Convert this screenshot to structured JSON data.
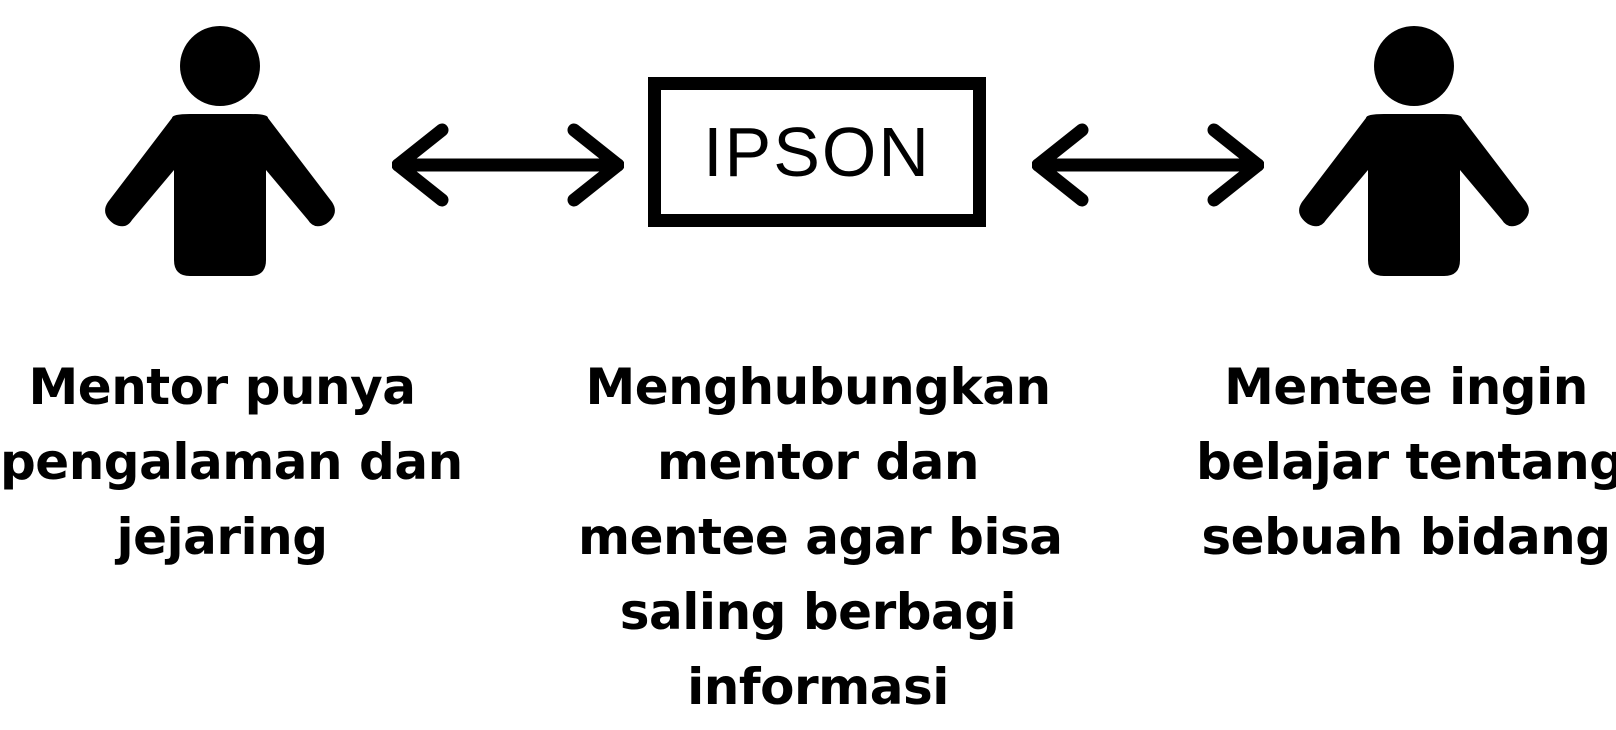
{
  "diagram": {
    "left_actor": {
      "icon": "person-icon",
      "caption_lines": [
        "Mentor punya",
        "pengalaman dan",
        "jejaring"
      ]
    },
    "center": {
      "label": "IPSON",
      "caption_lines": [
        "Menghubungkan",
        "mentor dan",
        "mentee agar bisa",
        "saling berbagi",
        "informasi"
      ]
    },
    "right_actor": {
      "icon": "person-icon",
      "caption_lines": [
        "Mentee ingin",
        "belajar tentang",
        "sebuah bidang"
      ]
    },
    "connectors": [
      {
        "icon": "double-arrow-icon",
        "from": "Mentor",
        "to": "IPSON"
      },
      {
        "icon": "double-arrow-icon",
        "from": "IPSON",
        "to": "Mentee"
      }
    ],
    "colors": {
      "ink": "#000000",
      "background": "#ffffff"
    }
  }
}
